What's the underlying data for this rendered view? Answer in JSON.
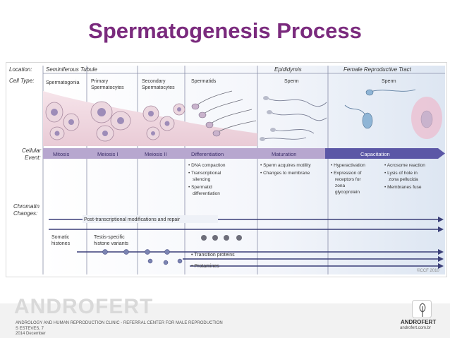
{
  "slide": {
    "title": "Spermatogenesis Process"
  },
  "diagram": {
    "row_labels": {
      "location": "Location:",
      "cell_type": "Cell Type:",
      "cellular_event": [
        "Cellular",
        "Event:"
      ],
      "chromatin_changes": [
        "Chromatin",
        "Changes:"
      ]
    },
    "locations": {
      "seminiferous": "Seminiferous Tubule",
      "epididymis": "Epididymis",
      "female": "Female Reproductive Tract"
    },
    "cell_types": {
      "spermatogonia": "Spermatogonia",
      "primary": [
        "Primary",
        "Spermatocytes"
      ],
      "secondary": [
        "Secondary",
        "Spermatocytes"
      ],
      "spermatids": "Spermatids",
      "sperm1": "Sperm",
      "sperm2": "Sperm"
    },
    "events": {
      "mitosis": "Mitosis",
      "meiosis1": "Meiosis I",
      "meiosis2": "Meiosis II",
      "differentiation": "Differentiation",
      "maturation": "Maturation",
      "capacitation": "Capacitation"
    },
    "differentiation_notes": [
      "• DNA compaction",
      "• Transcriptional",
      "silencing",
      "• Spermatid",
      "differentiation"
    ],
    "maturation_notes": [
      "• Sperm acquires motility",
      "• Changes to membrane"
    ],
    "capacitation_notes_a": [
      "• Hyperactivation",
      "• Expression of",
      "receptors for",
      "zona",
      "glycoprotein"
    ],
    "capacitation_notes_b": [
      "• Acrosome reaction",
      "• Lysis of hole in",
      "zona pellucida",
      "• Membranes fuse"
    ],
    "chromatin": {
      "post_transcriptional": "Post-transcriptional modifications and repair",
      "somatic": [
        "Somatic",
        "histones"
      ],
      "testis_specific": [
        "Testis-specific",
        "histone variants"
      ],
      "transition": "• Transition proteins",
      "protamines": "• Protamines"
    },
    "copyright": "©CCF 2010"
  },
  "footer": {
    "brand": "ANDROFERT",
    "line1": "ANDROLOGY AND HUMAN REPRODUCTION CLINIC - REFERRAL CENTER FOR MALE REPRODUCTION",
    "line2": "S ESTEVES, 7",
    "line3": "2014 December",
    "logo_name": "ANDROFERT",
    "logo_url": "androfert.com.br"
  },
  "colors": {
    "title": "#7a2a7d",
    "event_bar": "#b7a7cf",
    "event_arrow": "#5b57a6",
    "band_text": "#5a4a8a"
  }
}
